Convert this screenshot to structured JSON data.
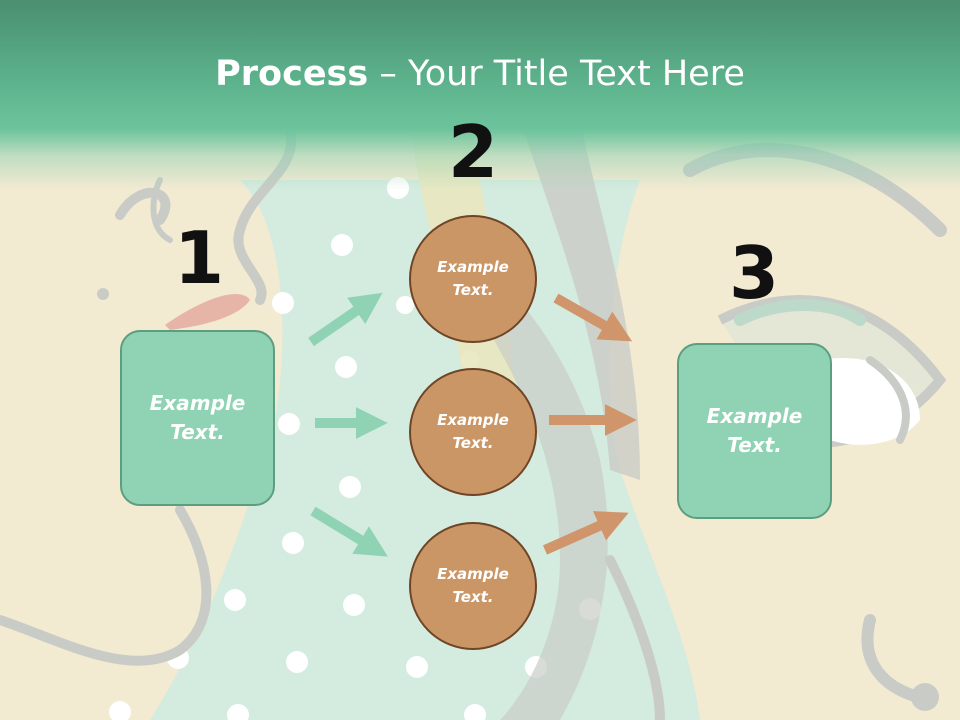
{
  "title": {
    "bold": "Process",
    "rest": " – Your Title Text Here"
  },
  "steps": {
    "one": {
      "number": "1",
      "label": "Example\nText."
    },
    "two": {
      "number": "2",
      "circles": [
        "Example\nText.",
        "Example\nText.",
        "Example\nText."
      ]
    },
    "three": {
      "number": "3",
      "label": "Example\nText."
    }
  },
  "colors": {
    "green_box": "#8fd3b4",
    "orange_circle": "#cb9666",
    "green_arrow": "#8fd3b4",
    "orange_arrow": "#d0956a"
  }
}
